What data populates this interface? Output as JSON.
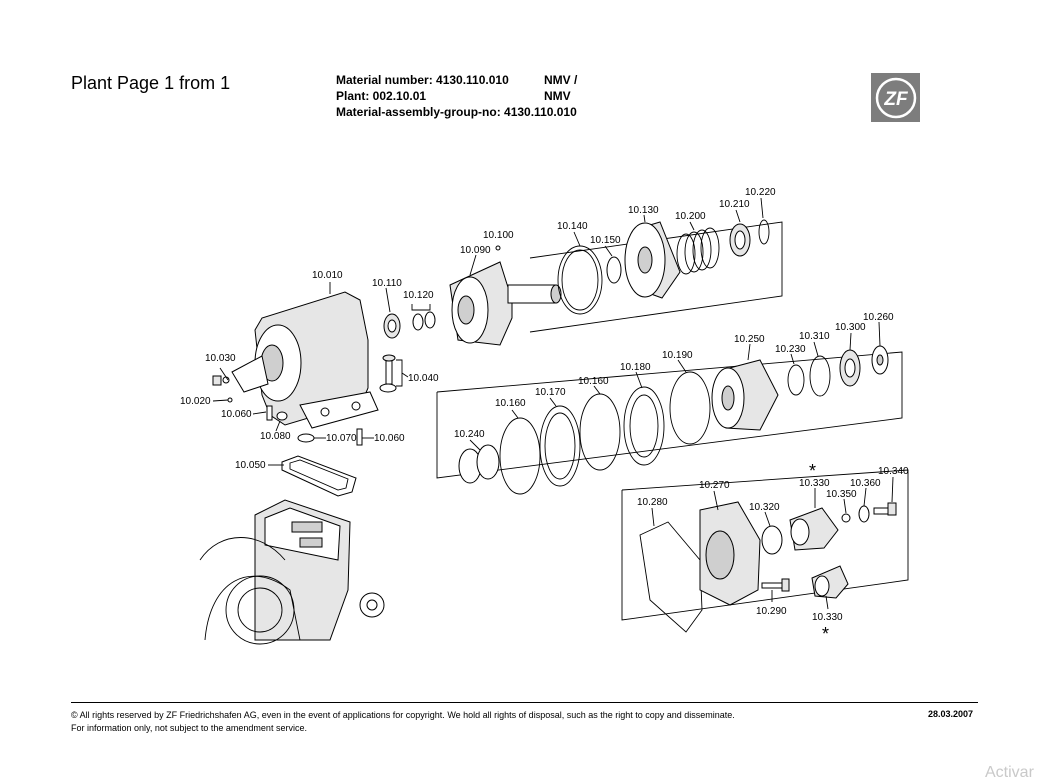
{
  "header": {
    "title": "Plant Page 1 from 1",
    "material_number": "Material number: 4130.110.010",
    "plant": "Plant: 002.10.01",
    "assembly_group": "Material-assembly-group-no: 4130.110.010",
    "nmv_1": "NMV /",
    "nmv_2": "NMV",
    "logo_text": "ZF"
  },
  "parts": {
    "p10010": "10.010",
    "p10020": "10.020",
    "p10030": "10.030",
    "p10040": "10.040",
    "p10050": "10.050",
    "p10060a": "10.060",
    "p10060b": "10.060",
    "p10070": "10.070",
    "p10080": "10.080",
    "p10090": "10.090",
    "p10100": "10.100",
    "p10110": "10.110",
    "p10120": "10.120",
    "p10130": "10.130",
    "p10140": "10.140",
    "p10150": "10.150",
    "p10160a": "10.160",
    "p10160b": "10.160",
    "p10170": "10.170",
    "p10180": "10.180",
    "p10190": "10.190",
    "p10200": "10.200",
    "p10210": "10.210",
    "p10220": "10.220",
    "p10230": "10.230",
    "p10240": "10.240",
    "p10250": "10.250",
    "p10260": "10.260",
    "p10270": "10.270",
    "p10280": "10.280",
    "p10290": "10.290",
    "p10300": "10.300",
    "p10310": "10.310",
    "p10320": "10.320",
    "p10330a": "10.330",
    "p10330b": "10.330",
    "p10340": "10.340",
    "p10350": "10.350",
    "p10360": "10.360",
    "asterisk": "*"
  },
  "footer": {
    "copyright_line1": "© All rights reserved by ZF Friedrichshafen AG, even in the event of applications for copyright. We hold all rights of disposal, such as the right to copy and disseminate.",
    "copyright_line2": "For information only, not subject to the amendment service.",
    "date": "28.03.2007"
  },
  "watermark": "Activar"
}
